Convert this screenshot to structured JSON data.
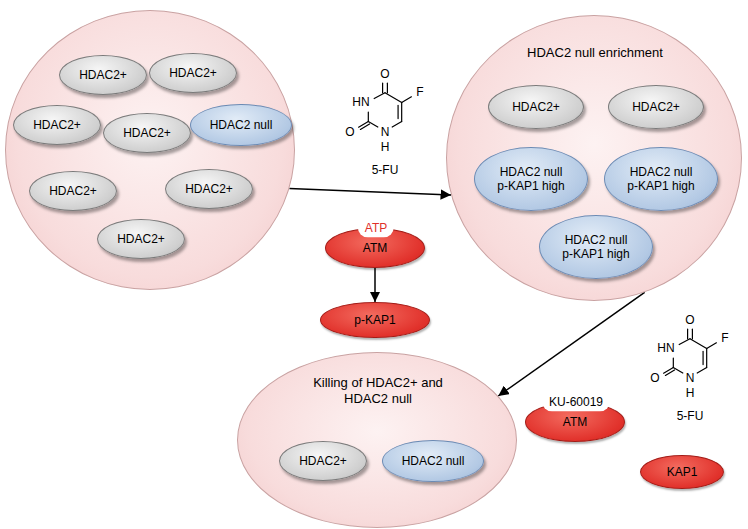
{
  "diagram": {
    "nodes": [
      {
        "text": []
      },
      {
        "text": [
          "HDAC2+"
        ],
        "in": 0
      },
      {
        "text": [
          "HDAC2+"
        ],
        "in": 0
      },
      {
        "text": [
          "HDAC2+"
        ],
        "in": 0
      },
      {
        "text": [
          "HDAC2+"
        ],
        "in": 0
      },
      {
        "text": [
          "HDAC2 null"
        ],
        "in": 0
      },
      {
        "text": [
          "HDAC2+"
        ],
        "in": 0
      },
      {
        "text": [
          "HDAC2+"
        ],
        "in": 0
      },
      {
        "text": [
          "HDAC2+"
        ],
        "in": 0
      },
      {
        "text": [
          "HDAC2 null enrichment"
        ]
      },
      {
        "text": [
          "HDAC2+"
        ],
        "in": 9
      },
      {
        "text": [
          "HDAC2+"
        ],
        "in": 9
      },
      {
        "text": [
          "HDAC2 null p-KAP1 high"
        ],
        "in": 9
      },
      {
        "text": [
          "HDAC2 null p-KAP1 high"
        ],
        "in": 9
      },
      {
        "text": [
          "HDAC2 null p-KAP1 high"
        ],
        "in": 9
      },
      {
        "text": [
          "ATP",
          "ATM"
        ]
      },
      {
        "text": [
          "p-KAP1"
        ]
      },
      {
        "text": [
          "KU-60019",
          "ATM"
        ]
      },
      {
        "text": [
          "KAP1"
        ]
      },
      {
        "text": [
          "Killing of HDAC2+ and HDAC2 null"
        ]
      },
      {
        "text": [
          "HDAC2+"
        ],
        "in": 19
      },
      {
        "text": [
          "HDAC2 null"
        ],
        "in": 19
      }
    ],
    "edges": [
      {
        "from": 0,
        "to": 9,
        "arrow": "to"
      },
      {
        "from": 9,
        "to": 19,
        "arrow": "to"
      },
      {
        "from": 15,
        "to": 16,
        "arrow": "to"
      }
    ],
    "labels": [
      "O",
      "HN",
      "F",
      "O",
      "N",
      "H",
      "5-FU",
      "O",
      "HN",
      "F",
      "O",
      "N",
      "H",
      "5-FU"
    ]
  }
}
